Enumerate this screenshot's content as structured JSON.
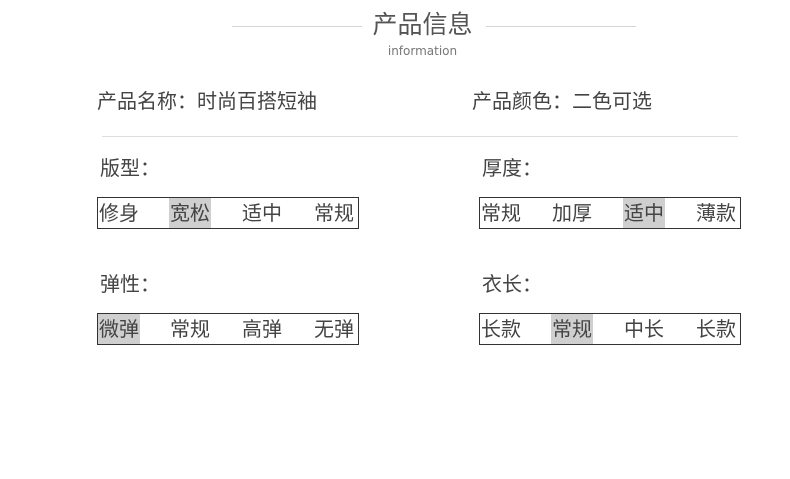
{
  "header": {
    "title": "产品信息",
    "subtitle": "information"
  },
  "product": {
    "name_label": "产品名称",
    "name_value": "时尚百搭短袖",
    "color_label": "产品颜色",
    "color_value": "二色可选"
  },
  "attributes": [
    {
      "label": "版型",
      "options": [
        "修身",
        "宽松",
        "适中",
        "常规"
      ],
      "selected": "宽松"
    },
    {
      "label": "厚度",
      "options": [
        "常规",
        "加厚",
        "适中",
        "薄款"
      ],
      "selected": "适中"
    },
    {
      "label": "弹性",
      "options": [
        "微弹",
        "常规",
        "高弹",
        "无弹"
      ],
      "selected": "微弹"
    },
    {
      "label": "衣长",
      "options": [
        "长款",
        "常规",
        "中长",
        "长款"
      ],
      "selected": "常规"
    }
  ],
  "colors": {
    "selected_bg": "#cfcfcf",
    "text": "#444444",
    "border": "#333333"
  }
}
